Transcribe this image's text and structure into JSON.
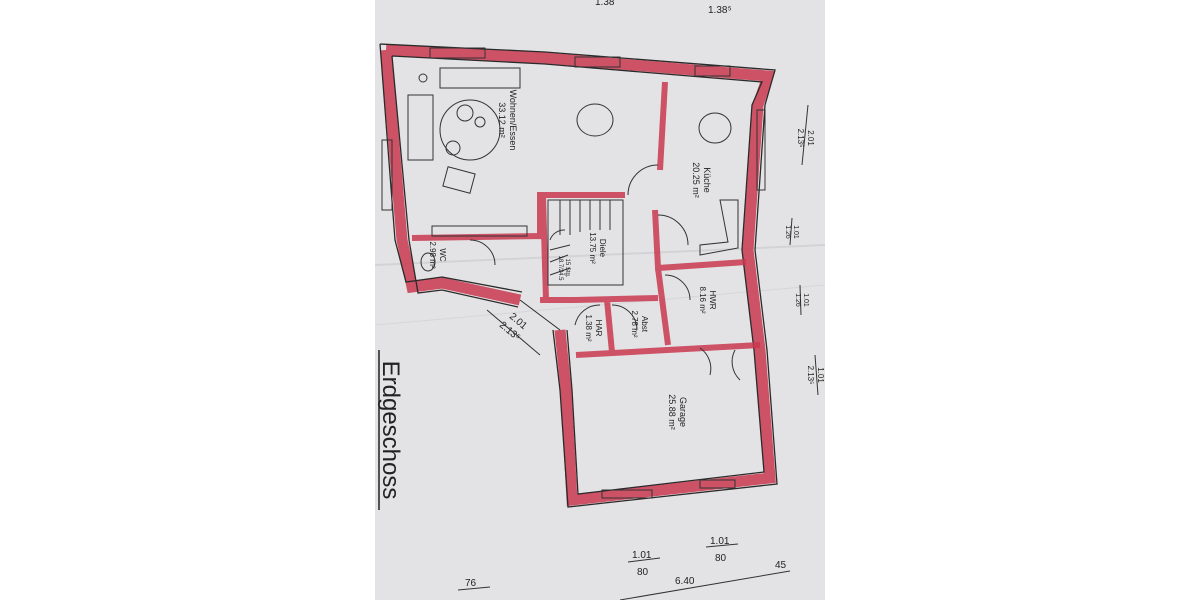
{
  "title": "Erdgeschoss",
  "rooms": [
    {
      "name": "Wohnen/Essen",
      "area": "33.12 m²"
    },
    {
      "name": "Küche",
      "area": "20.25 m²"
    },
    {
      "name": "Diele",
      "area": "13.75 m²"
    },
    {
      "name": "WC",
      "area": "2.98 m²"
    },
    {
      "name": "HAR",
      "area": "1.38 m²"
    },
    {
      "name": "Abst",
      "area": "2.78 m²"
    },
    {
      "name": "HWR",
      "area": "8.16 m²"
    },
    {
      "name": "Garage",
      "area": "25.88 m²"
    }
  ],
  "stair": {
    "line1": "15 Stg.",
    "line2": "18.7/24.5"
  },
  "dimensions": {
    "top_left": "1.38",
    "top_right": "1.38⁵",
    "entry_upper": "2.01",
    "entry_lower": "2.13⁵",
    "right_1_upper": "2.01",
    "right_1_lower": "2.13⁵",
    "right_2_upper": "1.01",
    "right_2_lower": "1.26",
    "right_3_upper": "1.01",
    "right_3_lower": "1.26",
    "right_4_upper": "1.01",
    "right_4_lower": "2.13⁵",
    "bottom_1_upper": "1.01",
    "bottom_1_lower": "80",
    "bottom_2_upper": "1.01",
    "bottom_2_lower": "80",
    "bottom_left": "76",
    "bottom_total": "6.40",
    "bottom_right": "45"
  },
  "colors": {
    "paper": "#e3e3e5",
    "wall": "#c9384f",
    "line": "#2a2a2a"
  }
}
